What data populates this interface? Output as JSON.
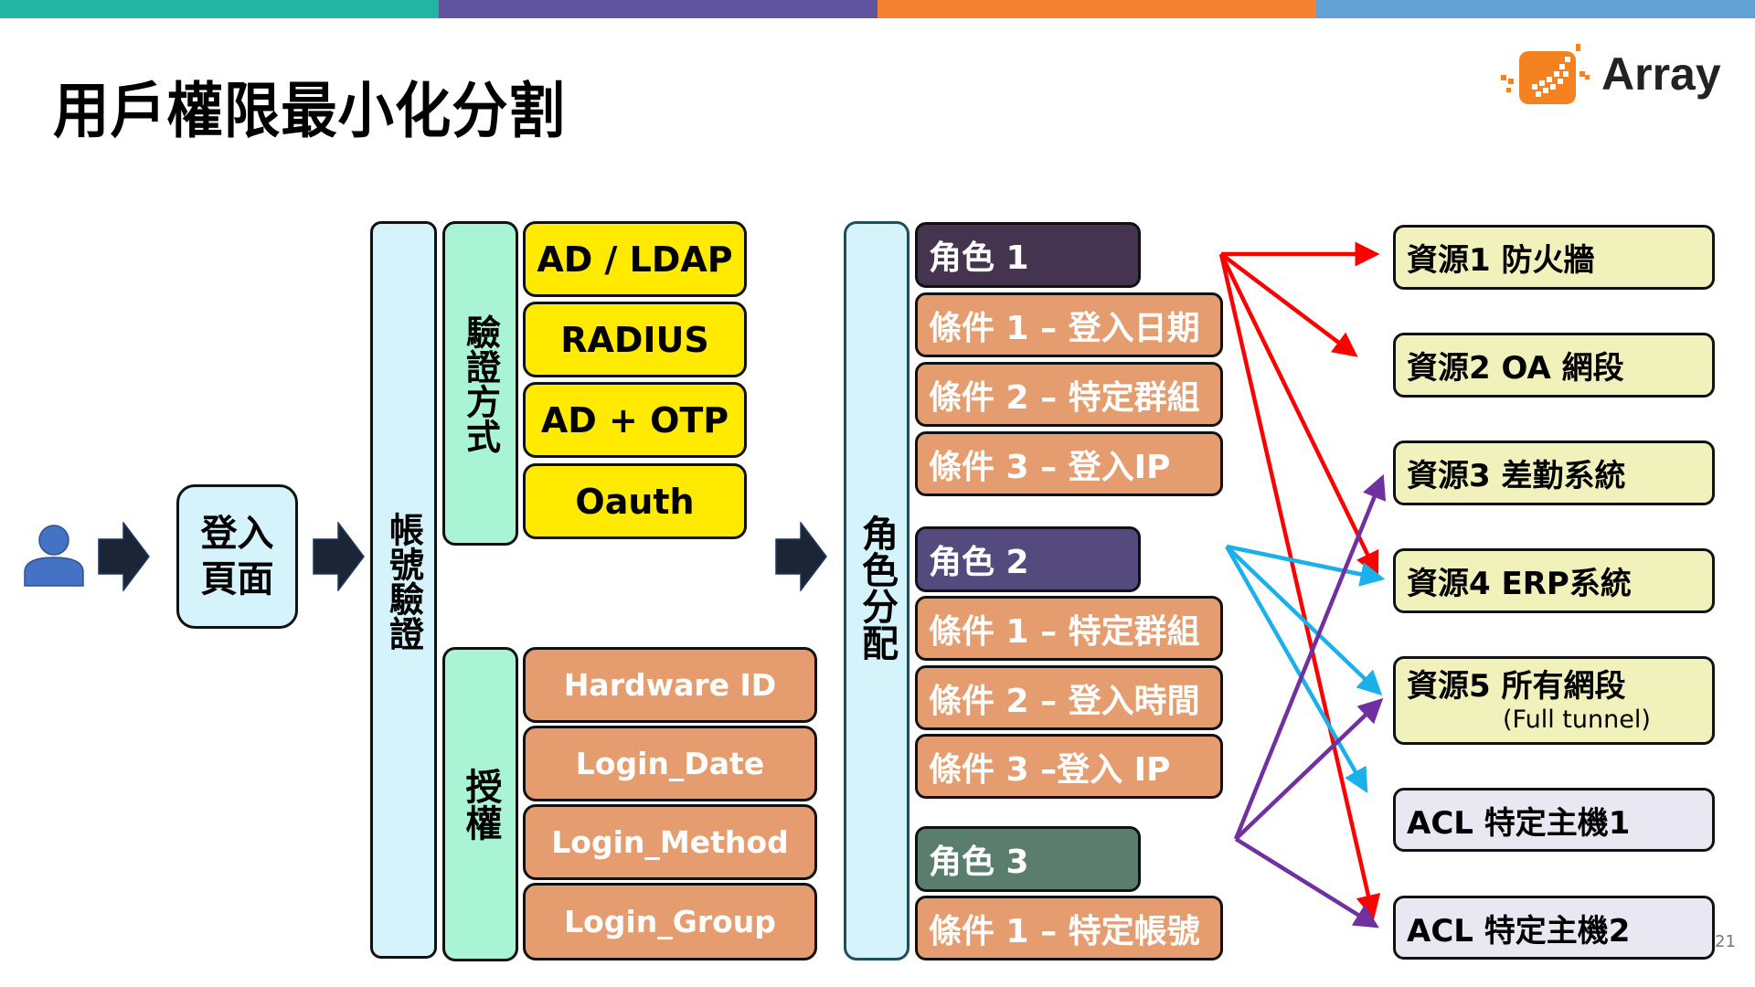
{
  "header": {
    "bar_colors": [
      "#22b5a3",
      "#62539e",
      "#f58233",
      "#62a1d6"
    ],
    "title": "用戶權限最小化分割",
    "logo": {
      "icon": "array-logo-icon",
      "text": "Array",
      "color": "#f58220"
    }
  },
  "flow": {
    "user_icon": "person-icon",
    "login_page": "登入頁面",
    "account_verification": "帳號驗證",
    "auth_methods": {
      "label": "驗證方式",
      "items": [
        "AD / LDAP",
        "RADIUS",
        "AD + OTP",
        "Oauth"
      ]
    },
    "authorization": {
      "label": "授權",
      "items": [
        "Hardware ID",
        "Login_Date",
        "Login_Method",
        "Login_Group"
      ]
    },
    "role_assignment": "角色分配",
    "roles": [
      {
        "name": "角色 1",
        "color": "#45344f",
        "conditions": [
          "條件 1 – 登入日期",
          "條件 2 – 特定群組",
          "條件 3 – 登入IP"
        ]
      },
      {
        "name": "角色 2",
        "color": "#554a7e",
        "conditions": [
          "條件 1 – 特定群組",
          "條件 2 – 登入時間",
          "條件 3 –登入 IP"
        ]
      },
      {
        "name": "角色 3",
        "color": "#5a7d6e",
        "conditions": [
          "條件 1 – 特定帳號"
        ]
      }
    ],
    "resources": [
      {
        "label": "資源1 防火牆",
        "sub": ""
      },
      {
        "label": "資源2 OA 網段",
        "sub": ""
      },
      {
        "label": "資源3 差勤系統",
        "sub": ""
      },
      {
        "label": "資源4 ERP系統",
        "sub": ""
      },
      {
        "label": "資源5 所有網段",
        "sub": "(Full tunnel)"
      },
      {
        "label": "ACL 特定主機1",
        "sub": ""
      },
      {
        "label": "ACL 特定主機2",
        "sub": ""
      }
    ],
    "mappings": [
      {
        "role": "角色 1",
        "color": "#ff0000",
        "targets": [
          "資源1 防火牆",
          "資源2 OA 網段",
          "資源4 ERP系統",
          "ACL 特定主機2"
        ]
      },
      {
        "role": "角色 2",
        "color": "#1ab0ea",
        "targets": [
          "資源4 ERP系統",
          "資源5 所有網段",
          "ACL 特定主機1"
        ]
      },
      {
        "role": "角色 3",
        "color": "#7030a0",
        "targets": [
          "資源3 差勤系統",
          "資源5 所有網段",
          "ACL 特定主機2"
        ]
      }
    ]
  },
  "page_number": "21"
}
